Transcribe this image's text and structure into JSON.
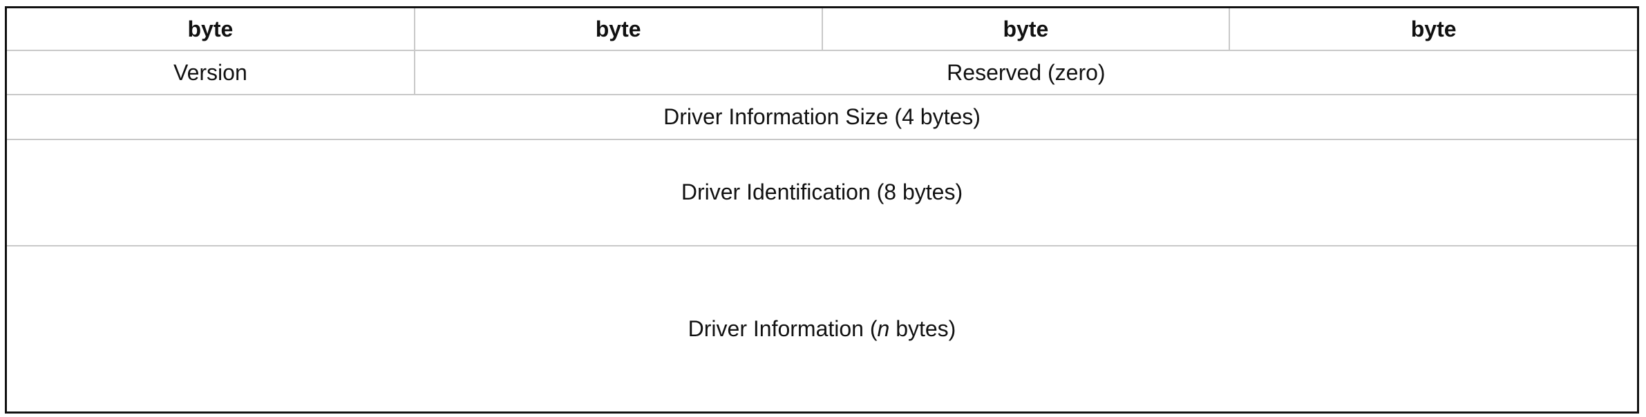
{
  "header": {
    "columns": [
      "byte",
      "byte",
      "byte",
      "byte"
    ]
  },
  "rows": {
    "version": "Version",
    "reserved": "Reserved (zero)",
    "driver_info_size": "Driver Information Size (4 bytes)",
    "driver_identification": "Driver Identification (8 bytes)",
    "driver_information": {
      "prefix": "Driver Information (",
      "variable": "n",
      "suffix": " bytes)"
    }
  }
}
